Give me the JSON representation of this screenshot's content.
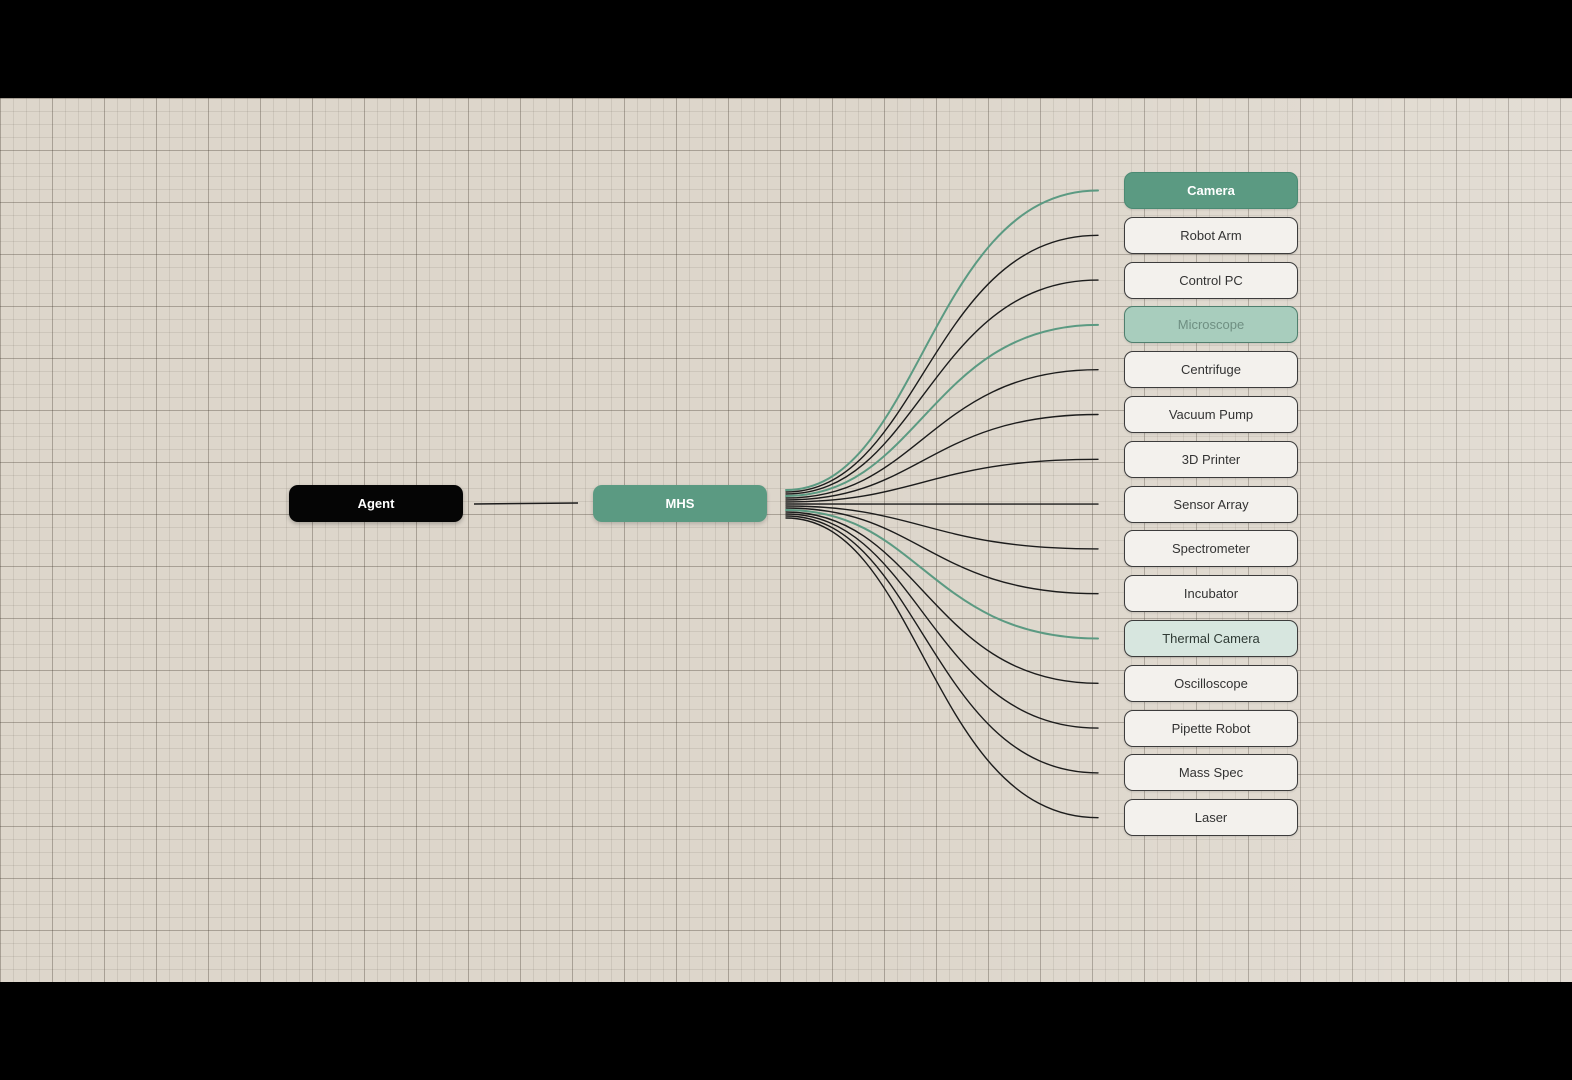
{
  "colors": {
    "accent": "#5b9a82",
    "accent_soft": "#a8cdbd",
    "accent_faint": "#d7e6df",
    "line_dark": "#1c1c1c",
    "agent_bg": "#050505"
  },
  "diagram": {
    "source": {
      "label": "Agent"
    },
    "hub": {
      "label": "MHS"
    },
    "devices": [
      {
        "label": "Camera",
        "highlight": "active"
      },
      {
        "label": "Robot Arm",
        "highlight": "none"
      },
      {
        "label": "Control PC",
        "highlight": "none"
      },
      {
        "label": "Microscope",
        "highlight": "soft"
      },
      {
        "label": "Centrifuge",
        "highlight": "none"
      },
      {
        "label": "Vacuum Pump",
        "highlight": "none"
      },
      {
        "label": "3D Printer",
        "highlight": "none"
      },
      {
        "label": "Sensor Array",
        "highlight": "none"
      },
      {
        "label": "Spectrometer",
        "highlight": "none"
      },
      {
        "label": "Incubator",
        "highlight": "none"
      },
      {
        "label": "Thermal Camera",
        "highlight": "faint"
      },
      {
        "label": "Oscilloscope",
        "highlight": "none"
      },
      {
        "label": "Pipette Robot",
        "highlight": "none"
      },
      {
        "label": "Mass Spec",
        "highlight": "none"
      },
      {
        "label": "Laser",
        "highlight": "none"
      }
    ]
  }
}
